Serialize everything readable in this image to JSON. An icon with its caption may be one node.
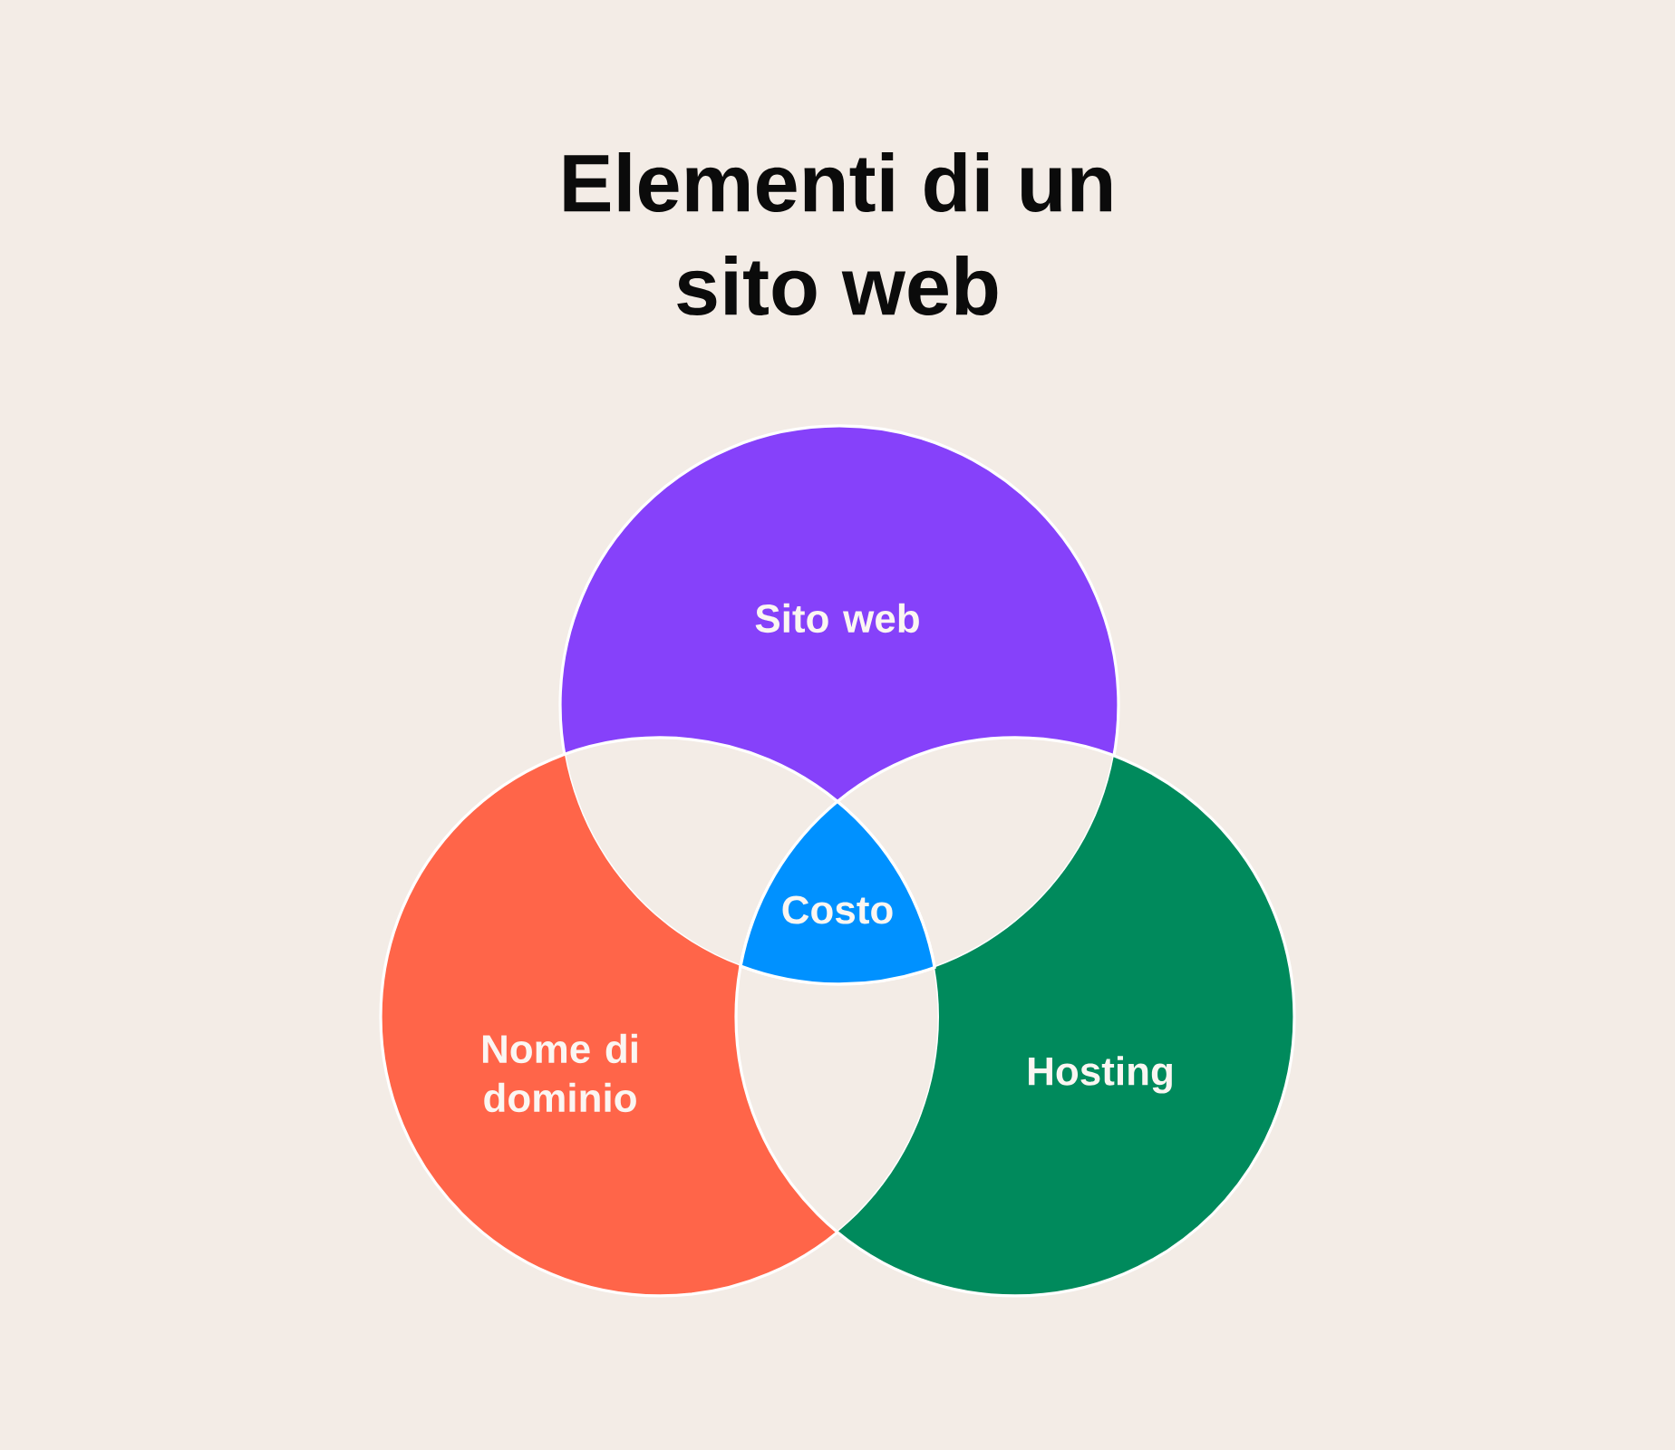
{
  "diagram": {
    "title": "Elementi di un sito web",
    "nodes": [
      {
        "text": [
          "Sito web"
        ]
      },
      {
        "text": [
          "Nome di dominio"
        ]
      },
      {
        "text": [
          "Hosting"
        ]
      },
      {
        "text": [
          "Costo"
        ]
      }
    ]
  }
}
